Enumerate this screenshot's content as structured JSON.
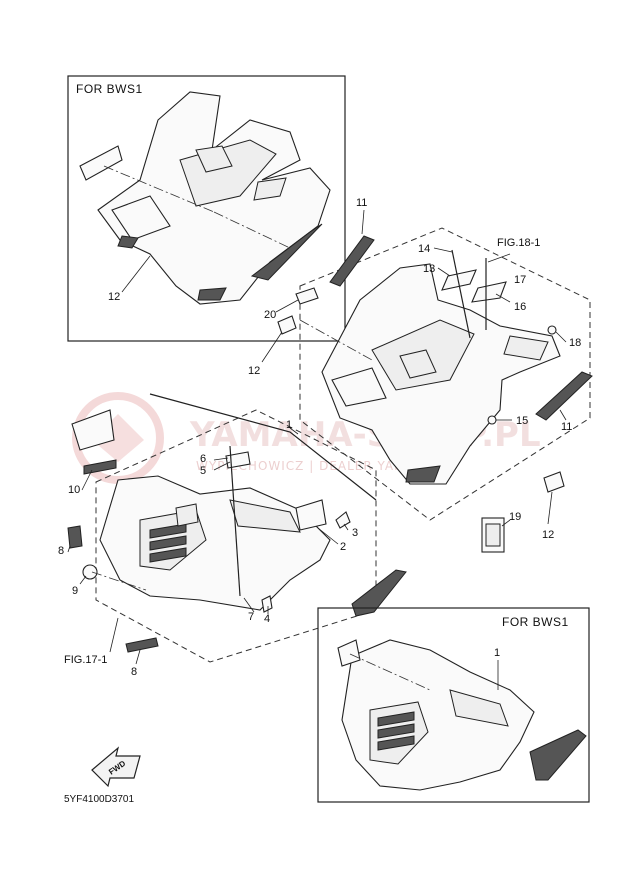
{
  "watermark": {
    "brand": "YAMAHA-SKLEP.PL",
    "sub": "WYPIECHOWICZ | DEALER YAMAHA"
  },
  "boxes": {
    "top_title": "FOR  BWS1",
    "bottom_title": "FOR  BWS1"
  },
  "fig_refs": {
    "rear": "FIG.18-1",
    "front": "FIG.17-1"
  },
  "callouts": {
    "n1_box": "1",
    "n1_front": "1",
    "n2": "2",
    "n3": "3",
    "n4": "4",
    "n5": "5",
    "n6": "6",
    "n7": "7",
    "n8_top": "8",
    "n8_bottom": "8",
    "n9": "9",
    "n10": "10",
    "n11_top": "11",
    "n11_right": "11",
    "n12_box": "12",
    "n12_mid": "12",
    "n12_right": "12",
    "n13": "13",
    "n14": "14",
    "n15": "15",
    "n16": "16",
    "n17": "17",
    "n18": "18",
    "n19": "19",
    "n20": "20"
  },
  "fwd_badge": "FWD",
  "part_code": "5YF4100D3701"
}
